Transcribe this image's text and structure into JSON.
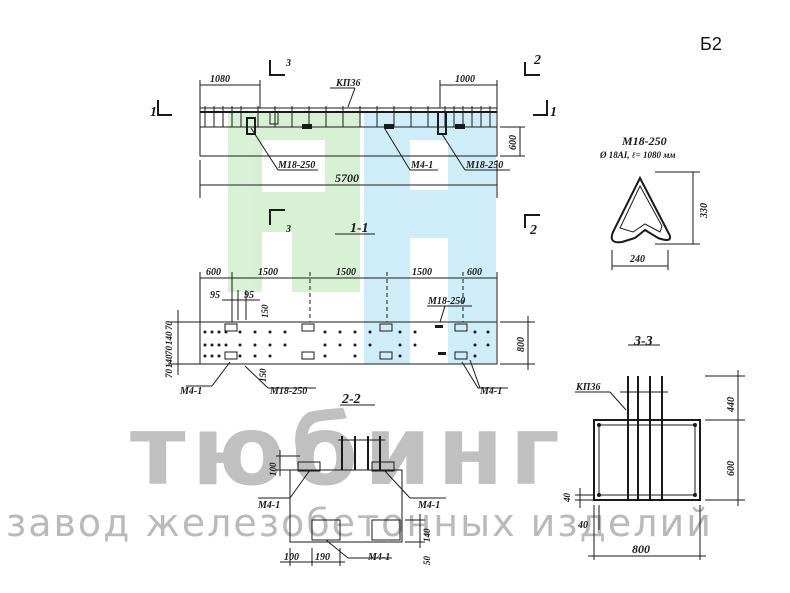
{
  "sheet_label": "Б2",
  "watermark": {
    "company": "тюбинг",
    "subtitle": "завод железобетонных изделий"
  },
  "elevation": {
    "section_marks": {
      "left": "1",
      "right": "1",
      "top3": "3",
      "bottom3": "3",
      "top2": "2",
      "bottom2": "2"
    },
    "frame_label": "КП36",
    "dims": {
      "left": "1080",
      "right": "1000",
      "height": "600",
      "total": "5700"
    },
    "callouts": {
      "m18_left": "М18-250",
      "m4": "М4-1",
      "m18_right": "М18-250"
    }
  },
  "loop_detail": {
    "title": "М18-250",
    "spec": "Ø 18AI, ℓ= 1080 мм",
    "height": "330",
    "width": "240"
  },
  "section_1_1": {
    "title": "1-1",
    "dims_top": [
      "600",
      "1500",
      "1500",
      "1500",
      "600"
    ],
    "d95a": "95",
    "d95b": "95",
    "left_dims": [
      "70",
      "140",
      "70",
      "140",
      "70"
    ],
    "d150a": "150",
    "d150b": "150",
    "height": "800",
    "callouts": {
      "m18_top": "М18-250",
      "m4_left": "М4-1",
      "m18_bottom": "М18-250",
      "m4_right": "М4-1"
    }
  },
  "section_2_2": {
    "title": "2-2",
    "d100": "100",
    "callouts": {
      "m4_left": "М4-1",
      "m4_right": "М4-1",
      "m4_bottom": "М4-1"
    },
    "bottom_dims": [
      "100",
      "190"
    ],
    "d50": "50",
    "d140": "140"
  },
  "section_3_3": {
    "title": "3-3",
    "frame_label": "КП36",
    "dims_right": [
      "440",
      "600",
      "40"
    ],
    "d40": "40",
    "width": "800"
  }
}
